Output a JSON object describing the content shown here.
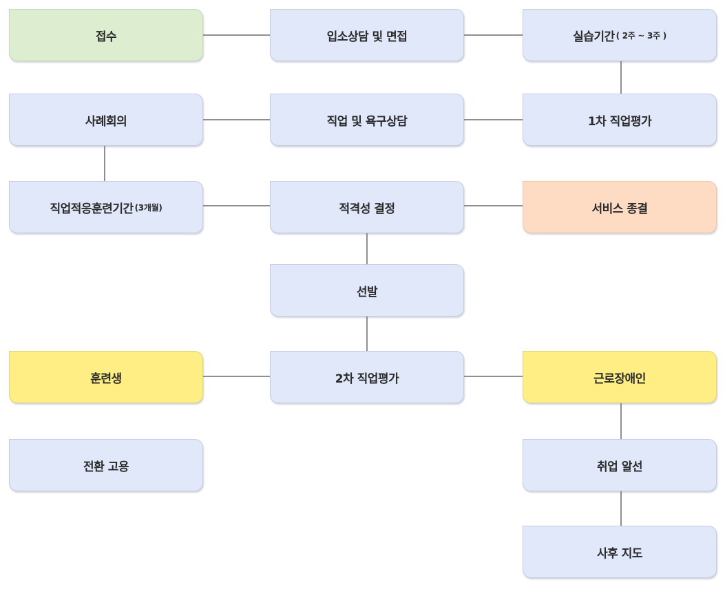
{
  "flow": {
    "intake": {
      "label": "접수"
    },
    "counseling": {
      "label": "입소상담 및 면접"
    },
    "practice": {
      "label": "실습기간",
      "note": "( 2주 ~ 3주 )"
    },
    "case_meeting": {
      "label": "사례회의"
    },
    "needs_counseling": {
      "label": "직업 및 욕구상담"
    },
    "first_evaluation": {
      "label": "1차 직업평가"
    },
    "adaptation_training": {
      "label": "직업적응훈련기간",
      "note": "(3개월)"
    },
    "eligibility_decision": {
      "label": "적격성 결정"
    },
    "service_end": {
      "label": "서비스 종결"
    },
    "selection": {
      "label": "선발"
    },
    "trainee": {
      "label": "훈련생"
    },
    "second_evaluation": {
      "label": "2차 직업평가"
    },
    "disabled_worker": {
      "label": "근로장애인"
    },
    "conversion_employment": {
      "label": "전환 고용"
    },
    "job_placement": {
      "label": "취업 알선"
    },
    "follow_up": {
      "label": "사후 지도"
    }
  },
  "colors": {
    "default_box": "#e0e8fa",
    "start_box": "#dcedd0",
    "end_box": "#fedcc4",
    "highlight_box": "#feee84",
    "connector": "#1f1f1f",
    "text": "#2a2a2a"
  }
}
